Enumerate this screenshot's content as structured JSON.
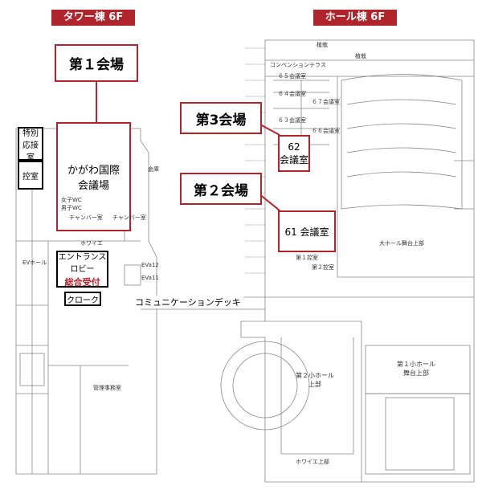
{
  "headers": {
    "tower": "タワー棟 6F",
    "hall": "ホール棟 6F",
    "color": "#b0242c"
  },
  "callouts": {
    "room1": "第１会場",
    "room2": "第２会場",
    "room3": "第3会場"
  },
  "rooms": {
    "kagawa": "かがわ国際\n会議場",
    "room62": "62\n会議室",
    "room61": "61 会議室",
    "special_reception": "特別\n応接室",
    "green_room": "控室",
    "entrance_lobby": "エントランス\nロビー",
    "general_reception": "総合受付",
    "cloak": "クローク"
  },
  "deck": "コミュニケーションデッキ",
  "small_labels": {
    "plants1": "植栽",
    "plants2": "植栽",
    "convention_terrace": "コンベンションテラス",
    "r65": "６５会議室",
    "r64": "６４会議室",
    "r67": "６７会議室",
    "r63": "６３会議室",
    "r66": "６６会議室",
    "main_hall_stage": "大ホール舞台上部",
    "control1": "第１控室",
    "control2": "第２控室",
    "small_hall1": "第１小ホール\n舞台上部",
    "small_hall2": "第２小ホール\n上部",
    "foyer_upper": "ホワイエ上部",
    "foyer": "ホワイエ",
    "ev_hall": "EVホール",
    "storage": "倉庫",
    "admin": "管理事務室",
    "chamber1": "チャンバー室",
    "chamber2": "チャンバー室",
    "wc_m": "男子WC",
    "wc_f": "女子WC",
    "eva12": "EVa12",
    "eva11": "EVa11"
  }
}
